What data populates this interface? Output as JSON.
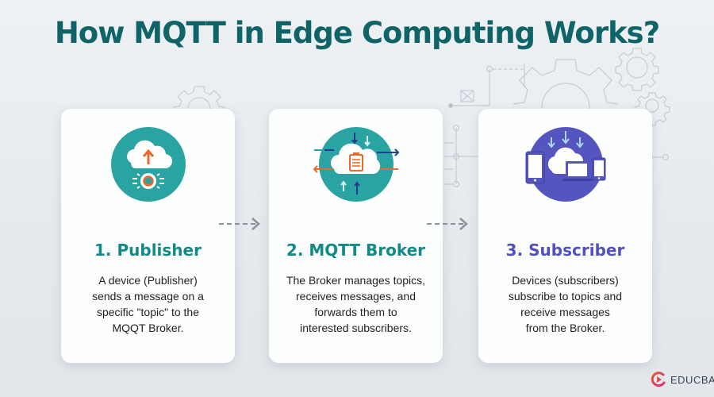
{
  "title": "How MQTT in Edge Computing Works?",
  "colors": {
    "title": "#0f6468",
    "teal": "#2aa3a3",
    "teal_heading": "#128a88",
    "purple": "#5555c0",
    "purple_heading": "#5050c0",
    "orange": "#e8692a",
    "navy": "#1e3f8f",
    "connector": "#8a949c"
  },
  "steps": [
    {
      "heading": "1. Publisher",
      "description": "A device (Publisher)\nsends a message on a\nspecific \"topic\" to the\nMQQT Broker.",
      "icon": "cloud-upload-sensor-icon"
    },
    {
      "heading": "2. MQTT Broker",
      "description": "The Broker manages topics,\nreceives messages, and\nforwards them to\ninterested subscribers.",
      "icon": "cloud-clipboard-routing-icon"
    },
    {
      "heading": "3. Subscriber",
      "description": "Devices (subscribers)\nsubscribe to topics and\nreceive messages\nfrom the Broker.",
      "icon": "cloud-devices-download-icon"
    }
  ],
  "connectors": [
    "dashed-arrow-right-icon",
    "dashed-arrow-right-icon"
  ],
  "logo": {
    "text": "EDUCBA"
  }
}
